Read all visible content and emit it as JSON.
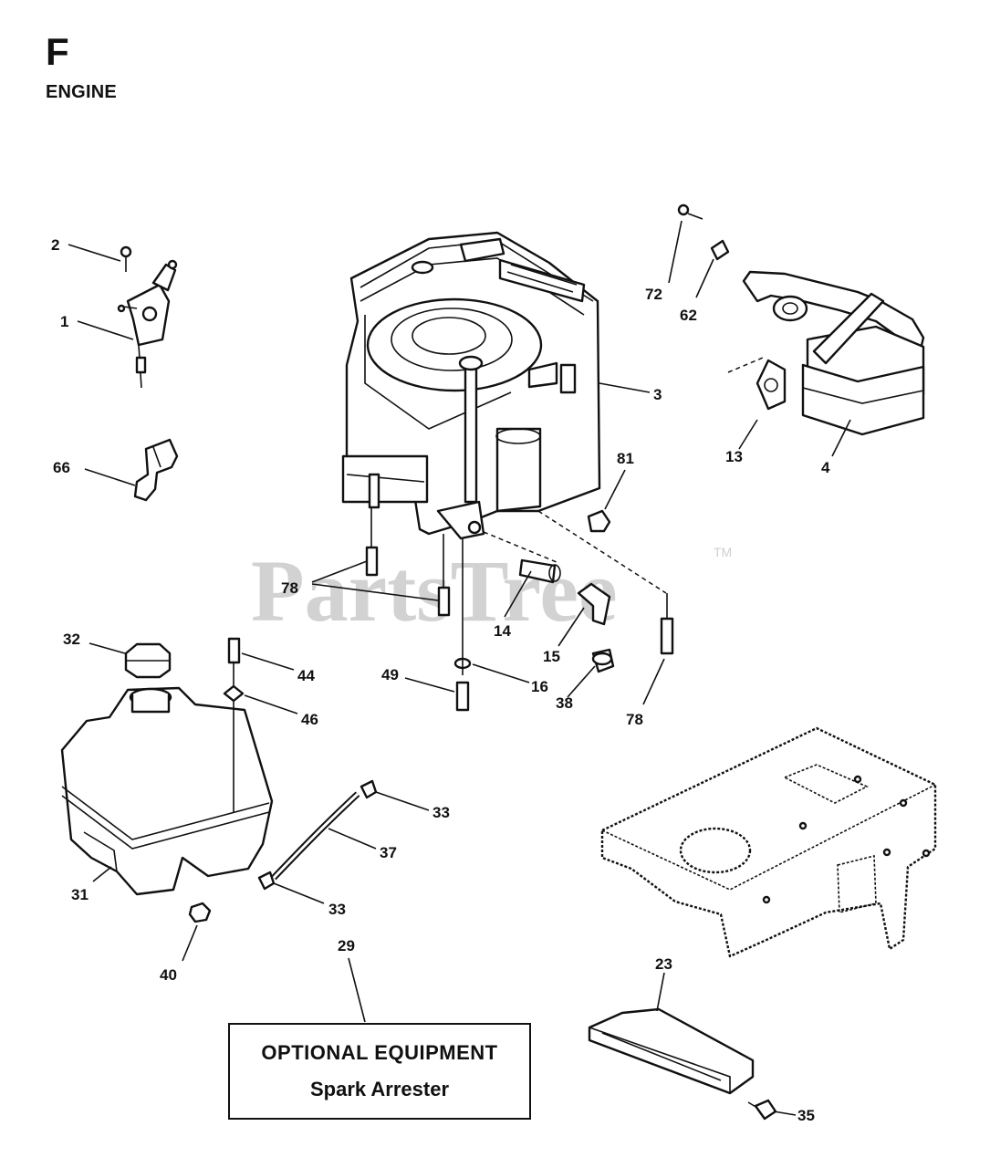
{
  "header": {
    "section_letter": "F",
    "section_title": "ENGINE"
  },
  "watermark": {
    "text": "PartsTree",
    "trademark": "TM"
  },
  "callouts": {
    "c1": "1",
    "c2": "2",
    "c3": "3",
    "c4": "4",
    "c13": "13",
    "c14": "14",
    "c15": "15",
    "c16": "16",
    "c23": "23",
    "c29": "29",
    "c31": "31",
    "c32": "32",
    "c33a": "33",
    "c33b": "33",
    "c35": "35",
    "c37": "37",
    "c38": "38",
    "c40": "40",
    "c44": "44",
    "c46": "46",
    "c49": "49",
    "c62": "62",
    "c66": "66",
    "c72": "72",
    "c78a": "78",
    "c78b": "78",
    "c81": "81"
  },
  "note": {
    "line1": "OPTIONAL EQUIPMENT",
    "line2": "Spark Arrester"
  }
}
